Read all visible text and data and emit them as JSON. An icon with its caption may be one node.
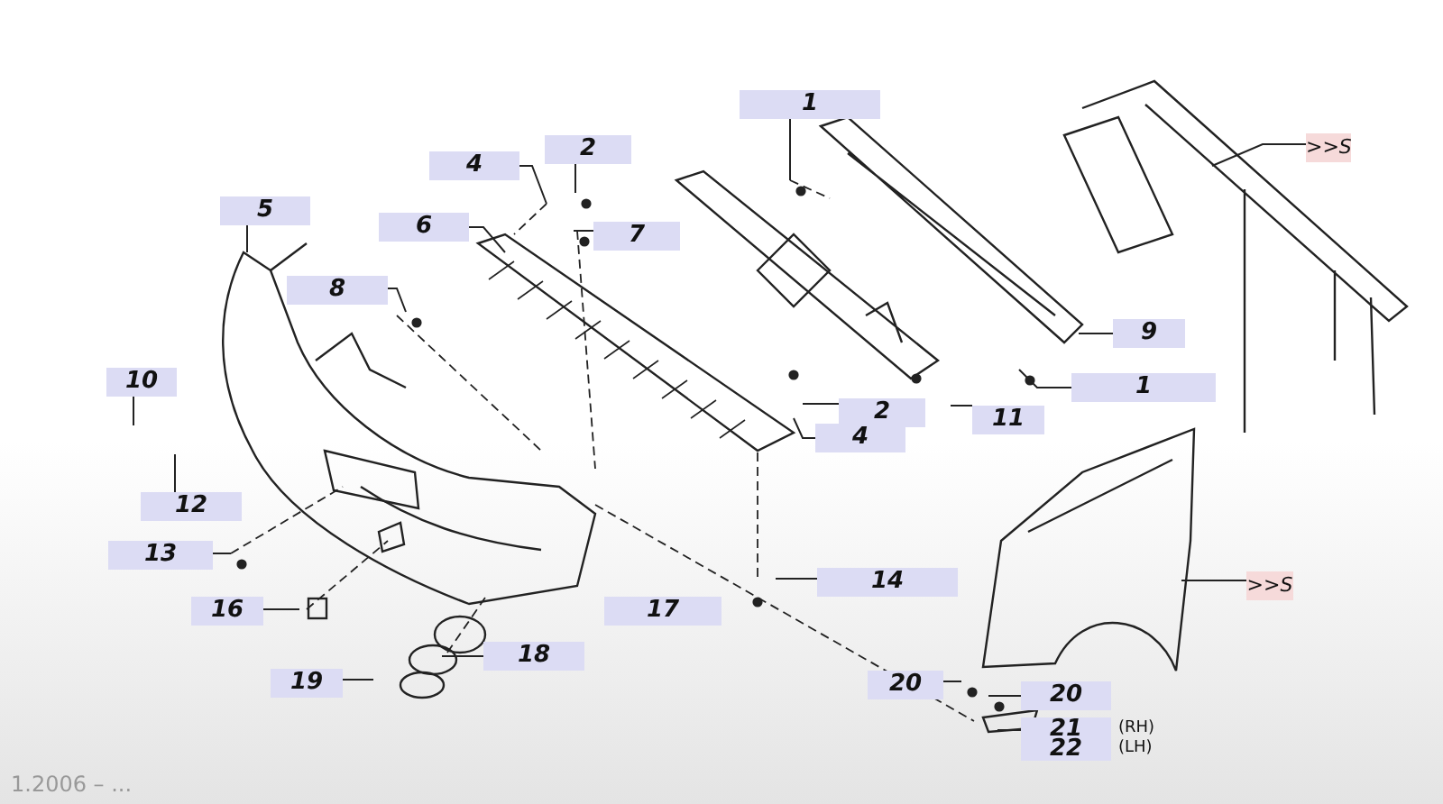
{
  "diagram": {
    "nodes": [
      {
        "text": [
          "1"
        ]
      },
      {
        "text": [
          ">>S"
        ]
      },
      {
        "text": [
          "2"
        ]
      },
      {
        "text": [
          "4"
        ]
      },
      {
        "text": [
          "5"
        ]
      },
      {
        "text": [
          "6"
        ]
      },
      {
        "text": [
          "7"
        ]
      },
      {
        "text": [
          "8"
        ]
      },
      {
        "text": [
          "9"
        ]
      },
      {
        "text": [
          "10"
        ]
      },
      {
        "text": [
          "1"
        ]
      },
      {
        "text": [
          "2"
        ]
      },
      {
        "text": [
          "11"
        ]
      },
      {
        "text": [
          "4"
        ]
      },
      {
        "text": [
          "12"
        ]
      },
      {
        "text": [
          "13"
        ]
      },
      {
        "text": [
          "14"
        ]
      },
      {
        "text": [
          ">>S"
        ]
      },
      {
        "text": [
          "16"
        ]
      },
      {
        "text": [
          "18"
        ]
      },
      {
        "text": [
          "19"
        ]
      },
      {
        "text": [
          "20"
        ]
      },
      {
        "text": [
          "20"
        ]
      },
      {
        "text": [
          "21",
          "22"
        ],
        "beside": [
          "(RH)",
          "(LH)"
        ]
      },
      {
        "text": [
          "17"
        ]
      }
    ],
    "edges": [
      {
        "from": 0,
        "to": null,
        "arrow": "none"
      },
      {
        "from": 1,
        "to": null,
        "arrow": "none"
      },
      {
        "from": 2,
        "to": null,
        "arrow": "none"
      },
      {
        "from": 3,
        "to": null,
        "arrow": "none"
      },
      {
        "from": 4,
        "to": null,
        "arrow": "none"
      },
      {
        "from": 5,
        "to": null,
        "arrow": "none"
      },
      {
        "from": 6,
        "to": null,
        "arrow": "none"
      },
      {
        "from": 7,
        "to": null,
        "arrow": "none"
      },
      {
        "from": 8,
        "to": null,
        "arrow": "none"
      },
      {
        "from": 9,
        "to": null,
        "arrow": "none"
      },
      {
        "from": 10,
        "to": null,
        "arrow": "none"
      },
      {
        "from": 11,
        "to": null,
        "arrow": "none"
      },
      {
        "from": 12,
        "to": null,
        "arrow": "none"
      },
      {
        "from": 13,
        "to": null,
        "arrow": "none"
      },
      {
        "from": 14,
        "to": null,
        "arrow": "none"
      },
      {
        "from": 15,
        "to": null,
        "arrow": "none"
      },
      {
        "from": 16,
        "to": null,
        "arrow": "none"
      },
      {
        "from": 17,
        "to": null,
        "arrow": "none"
      },
      {
        "from": 18,
        "to": null,
        "arrow": "none"
      },
      {
        "from": 19,
        "to": null,
        "arrow": "none"
      },
      {
        "from": 20,
        "to": null,
        "arrow": "none"
      },
      {
        "from": 21,
        "to": null,
        "arrow": "none"
      },
      {
        "from": 22,
        "to": null,
        "arrow": "none"
      },
      {
        "from": 23,
        "to": null,
        "arrow": "none"
      }
    ],
    "labels": [
      "1.2006 – ..."
    ]
  }
}
